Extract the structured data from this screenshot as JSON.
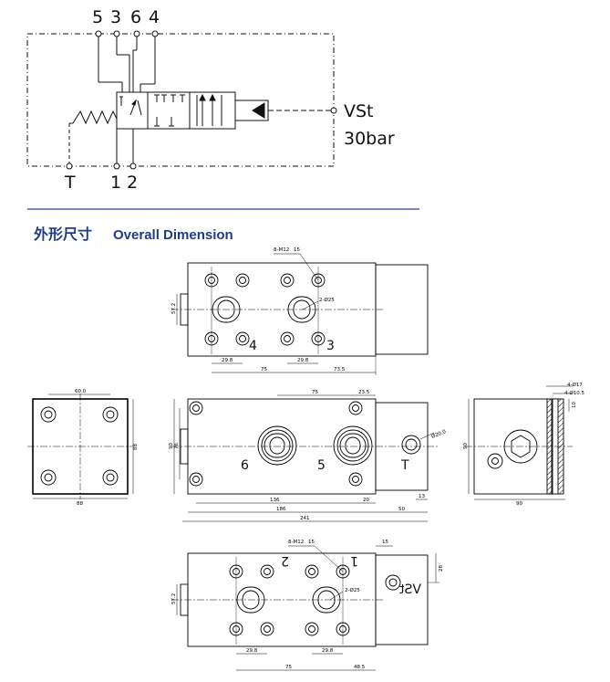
{
  "schematic": {
    "top_ports": [
      "5",
      "3",
      "6",
      "4"
    ],
    "bottom_ports": [
      "T",
      "1",
      "2"
    ],
    "pilot_label": "VSt",
    "pressure_label": "30bar"
  },
  "section": {
    "title_cn": "外形尺寸",
    "title_en": "Overall Dimension"
  },
  "top_view": {
    "callout_holes": "8-M12",
    "callout_depth": "15",
    "callout_bore": "2-Ø25",
    "dim_height": "57.2",
    "dim_pitch_left": "29.8",
    "dim_pitch_right": "29.8",
    "dim_75": "75",
    "dim_73_5": "73.5",
    "port_a": "4",
    "port_b": "3"
  },
  "left_view": {
    "dim_top": "60.0",
    "dim_bottom": "88",
    "dim_right": "88"
  },
  "front_view": {
    "dim_75": "75",
    "dim_23_5": "23.5",
    "dim_90": "90",
    "dim_76": "76",
    "dim_bore": "Ø20.0",
    "dim_136": "136",
    "dim_20": "20",
    "dim_186": "186",
    "dim_13": "13",
    "dim_50": "50",
    "dim_241": "241",
    "port_6": "6",
    "port_5": "5",
    "port_t": "T"
  },
  "right_view": {
    "dim_4_17": "4-Ø17",
    "dim_4_10_5": "4-Ø10.5",
    "dim_10": "10",
    "dim_90_h": "90",
    "dim_90_w": "90"
  },
  "bottom_view": {
    "callout_holes": "8-M12",
    "callout_depth": "15",
    "callout_bore": "2-Ø25",
    "dim_15": "15",
    "dim_28": "28",
    "dim_height": "57.2",
    "dim_pitch_left": "29.8",
    "dim_pitch_right": "29.8",
    "dim_75": "75",
    "dim_48_5": "48.5",
    "port_2": "2",
    "port_1": "1",
    "port_vst": "VSt"
  }
}
